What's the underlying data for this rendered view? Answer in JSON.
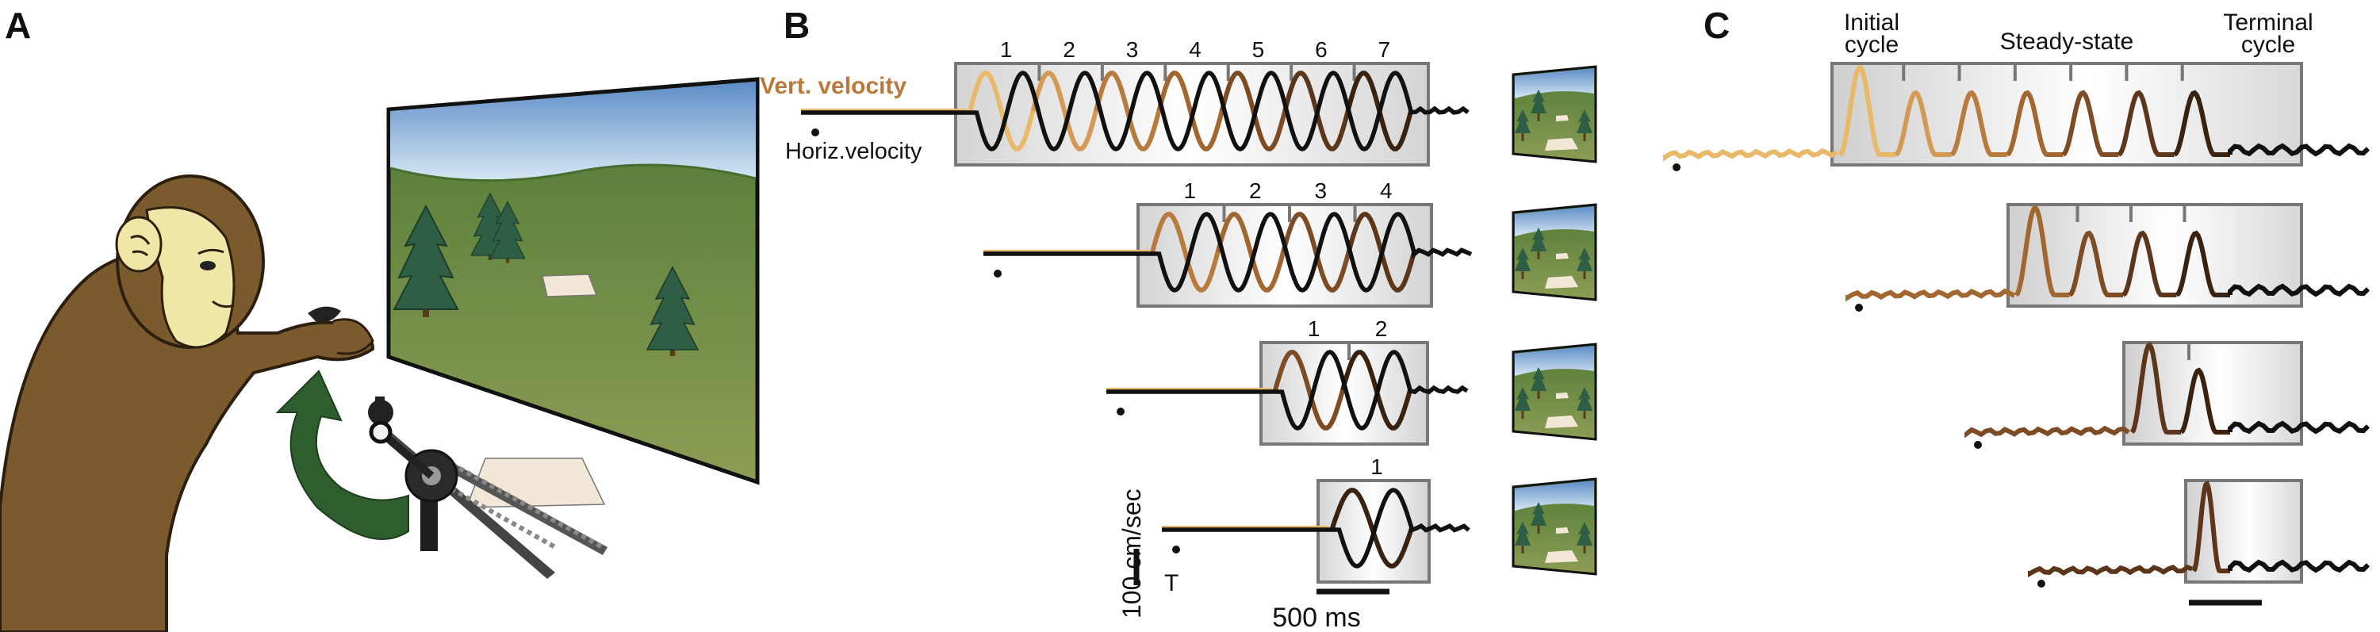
{
  "panels": {
    "a": {
      "letter": "A"
    },
    "b": {
      "letter": "B",
      "vert_label": "Vert. velocity",
      "horiz_label": "Horiz.velocity",
      "rows": [
        {
          "cycles": [
            "1",
            "2",
            "3",
            "4",
            "5",
            "6",
            "7"
          ]
        },
        {
          "cycles": [
            "1",
            "2",
            "3",
            "4"
          ]
        },
        {
          "cycles": [
            "1",
            "2"
          ]
        },
        {
          "cycles": [
            "1"
          ]
        }
      ],
      "start_marker": "T",
      "scale_y": "100 cm/sec",
      "scale_x": "500 ms"
    },
    "c": {
      "letter": "C",
      "initial_label": "Initial\ncycle",
      "steady_label": "Steady-state",
      "terminal_label": "Terminal\ncycle"
    }
  },
  "colors": {
    "cycle_1": "#e9b96a",
    "cycle_2": "#d49a55",
    "cycle_3": "#b97a3e",
    "cycle_4": "#a2672f",
    "cycle_5": "#7e4c24",
    "cycle_6": "#5c361a",
    "cycle_7": "#3a2210",
    "trace_black": "#111111",
    "monkey_fur": "#7b5a2d",
    "monkey_face": "#f0e6a8",
    "arrow_green": "#2f5e2e"
  }
}
